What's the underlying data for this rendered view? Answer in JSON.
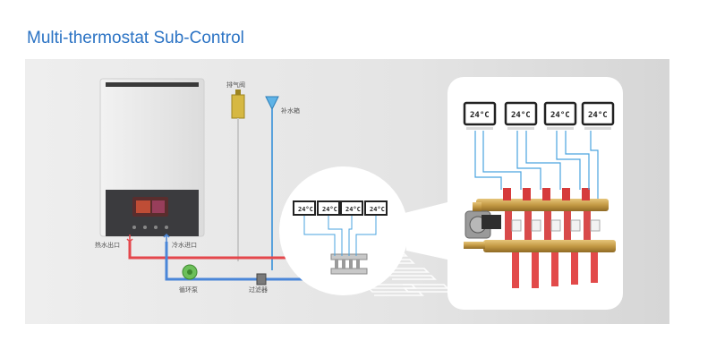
{
  "title": "Multi-thermostat Sub-Control",
  "boiler": {
    "hot_water_outlet": "热水出口",
    "cold_water_inlet": "冷水进口"
  },
  "components": {
    "air_vent": "排气阀",
    "expansion_tank": "补水箱",
    "circulation_pump": "循环泵",
    "filter": "过滤器"
  },
  "thermostats": [
    {
      "reading": "24°C"
    },
    {
      "reading": "24°C"
    },
    {
      "reading": "24°C"
    },
    {
      "reading": "24°C"
    }
  ],
  "colors": {
    "title": "#2b73c4",
    "hot_pipe": "#e4474c",
    "cold_pipe": "#4a86d8",
    "wire": "#4aa3df",
    "brass": "#c49a45"
  }
}
